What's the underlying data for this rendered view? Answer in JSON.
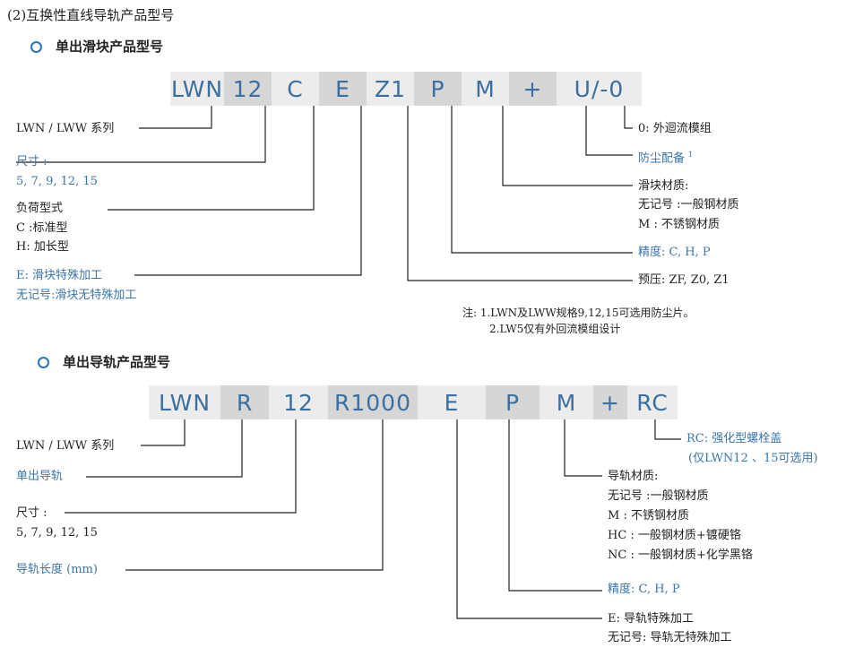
{
  "heading": "(2)互换性直线导轨产品型号",
  "block_section": {
    "title": "单出滑块产品型号",
    "codes": [
      "LWN",
      "12",
      "C",
      "E",
      "Z1",
      "P",
      "M",
      "+",
      "U/-0"
    ],
    "left_labels": {
      "series": "LWN / LWW  系列",
      "size_title": "尺寸 :",
      "size_values": "5, 7, 9, 12, 15",
      "load_title": "负荷型式",
      "load_c": "C :标准型",
      "load_h": "H: 加长型",
      "special_e": "E: 滑块特殊加工",
      "special_none": "无记号:滑块无特殊加工"
    },
    "right_labels": {
      "o_loop": "0: 外迴流模组",
      "dust": "防尘配备",
      "dust_sup": "1",
      "material_title": "滑块材质:",
      "material_none": "无记号 :一般钢材质",
      "material_m": "M : 不锈钢材质",
      "precision": "精度: C, H, P",
      "preload": "预压: ZF, Z0, Z1"
    },
    "notes": [
      "注: 1.LWN及LWW规格9,12,15可选用防尘片。",
      "2.LW5仅有外回流模组设计"
    ]
  },
  "rail_section": {
    "title": "单出导轨产品型号",
    "codes": [
      "LWN",
      "R",
      "12",
      "R1000",
      "E",
      "P",
      "M",
      "+",
      "RC"
    ],
    "left_labels": {
      "series": "LWN / LWW  系列",
      "single_rail": "单出导轨",
      "size_title": "尺寸 :",
      "size_values": "5, 7, 9, 12, 15",
      "length": "导轨长度 (mm)"
    },
    "right_labels": {
      "rc_cap": "RC: 强化型螺栓盖",
      "rc_note": "(仅LWN12 、15可选用)",
      "material_title": "导轨材质:",
      "material_none": "无记号 :一般钢材质",
      "material_m": "M : 不锈钢材质",
      "material_hc": "HC : 一般钢材质+镀硬铬",
      "material_nc": "NC : 一般钢材质+化学黑铬",
      "precision": "精度: C, H, P",
      "special_e": "E: 导轨特殊加工",
      "special_none": "无记号: 导轨无特殊加工"
    }
  },
  "colors": {
    "cell_light": "#ececec",
    "cell_dark": "#d6d6d6",
    "code_text": "#3a6fa0",
    "accent": "#2b73b8",
    "blue_text": "#3b75a9"
  }
}
